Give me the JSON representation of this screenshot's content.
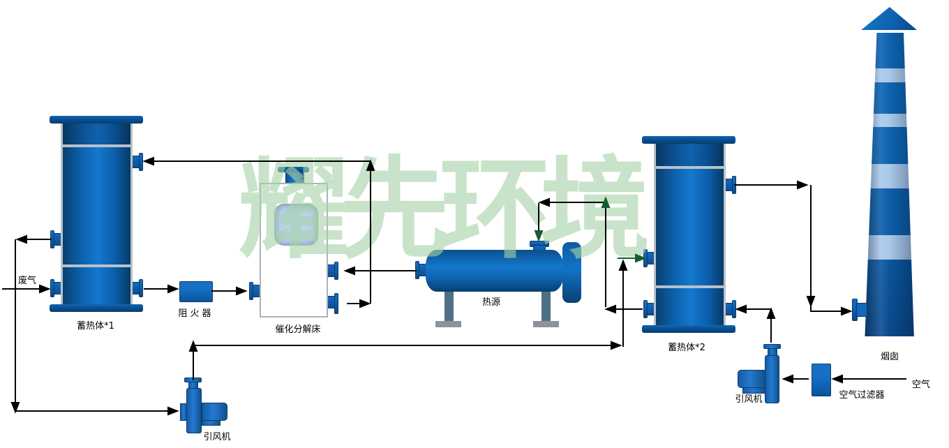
{
  "watermark": {
    "text": "耀先环境"
  },
  "streams": {
    "waste_gas": {
      "label": "废气"
    },
    "air": {
      "label": "空气"
    }
  },
  "equipment": {
    "regenerator1": {
      "label": "蓄热体*1"
    },
    "flame_arrester": {
      "label": "阻火器"
    },
    "catalytic_bed": {
      "label": "催化分解床"
    },
    "heat_source": {
      "label": "热源"
    },
    "regenerator2": {
      "label": "蓄热体*2"
    },
    "chimney": {
      "label": "烟囱"
    },
    "fan_left": {
      "label": "引风机"
    },
    "fan_right": {
      "label": "引风机"
    },
    "air_filter": {
      "label": "空气过滤器"
    }
  },
  "colors": {
    "vessel_bright": "#1478cd",
    "vessel_mid": "#0d63b0",
    "vessel_dark": "#083e6e",
    "chimney_band_light": "#a9c8e9",
    "divider_gray": "#b7c2ca",
    "foot_gray": "#8d9399",
    "flow_line": "#000000",
    "flow_accent_green": "#155d2e",
    "watermark_green": "#a8d3a9"
  }
}
